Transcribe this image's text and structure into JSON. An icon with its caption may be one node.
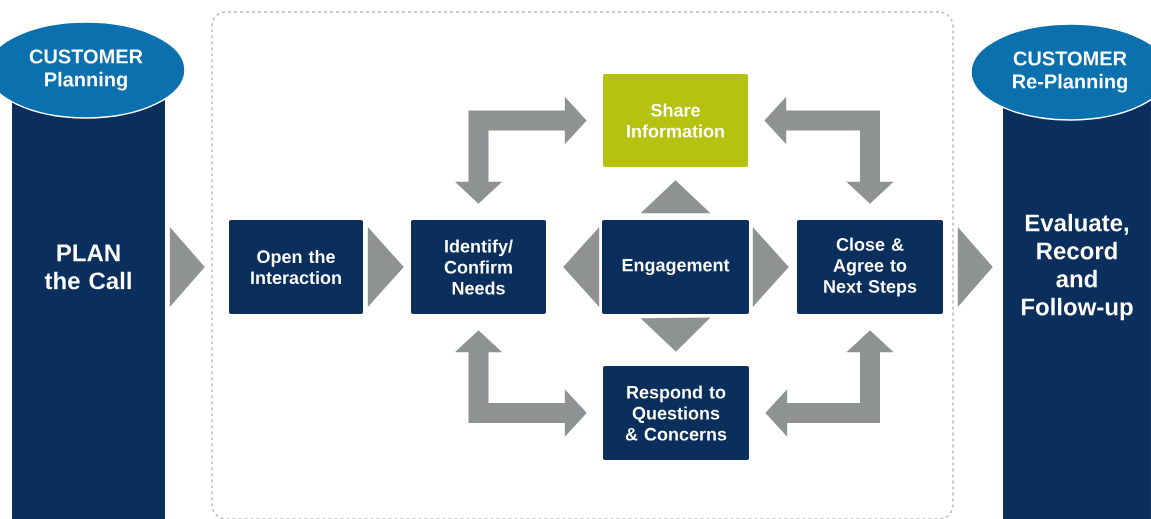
{
  "diagram": {
    "nodes": [
      {
        "text": [
          "CUSTOMER Planning",
          "PLAN the Call"
        ]
      },
      {
        "text": [],
        "shape": "box"
      },
      {
        "text": [
          "Open the Interaction"
        ],
        "in": 1
      },
      {
        "text": [
          "Identify/ Confirm Needs"
        ],
        "in": 1
      },
      {
        "text": [
          "Share Information"
        ],
        "in": 1
      },
      {
        "text": [
          "Engagement"
        ],
        "in": 1
      },
      {
        "text": [
          "Close & Agree to Next Steps"
        ],
        "in": 1
      },
      {
        "text": [
          "Respond to Questions & Concerns"
        ],
        "in": 1
      },
      {
        "text": [
          "CUSTOMER Re-Planning",
          "Evaluate, Record and Follow-up"
        ]
      }
    ],
    "edges": [
      {
        "from": 0,
        "to": 2,
        "arrow": "to"
      },
      {
        "from": 2,
        "to": 3,
        "arrow": "to"
      },
      {
        "from": 5,
        "to": 3,
        "arrow": "to"
      },
      {
        "from": 5,
        "to": 4,
        "arrow": "to"
      },
      {
        "from": 5,
        "to": 6,
        "arrow": "to"
      },
      {
        "from": 5,
        "to": 7,
        "arrow": "to"
      },
      {
        "from": 6,
        "to": 8,
        "arrow": "to"
      },
      {
        "from": 3,
        "to": 4,
        "arrow": "both"
      },
      {
        "from": 4,
        "to": 6,
        "arrow": "both"
      },
      {
        "from": 3,
        "to": 7,
        "arrow": "both"
      },
      {
        "from": 7,
        "to": 6,
        "arrow": "both"
      }
    ]
  }
}
